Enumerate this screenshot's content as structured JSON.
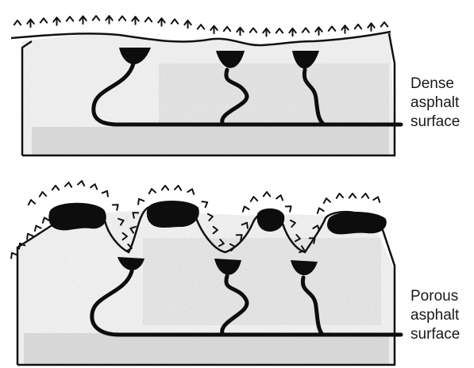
{
  "labels": {
    "dense": [
      "Dense",
      "asphalt",
      "surface"
    ],
    "porous": [
      "Porous",
      "asphalt",
      "surface"
    ]
  },
  "colors": {
    "ink": "#111111",
    "stone_fill": "#f3f3f3",
    "stone_shade": "#d4d4d4",
    "binder": "#0d0d0d",
    "background": "#ffffff"
  },
  "icons": {
    "airflow": "arrowhead-chevron"
  }
}
